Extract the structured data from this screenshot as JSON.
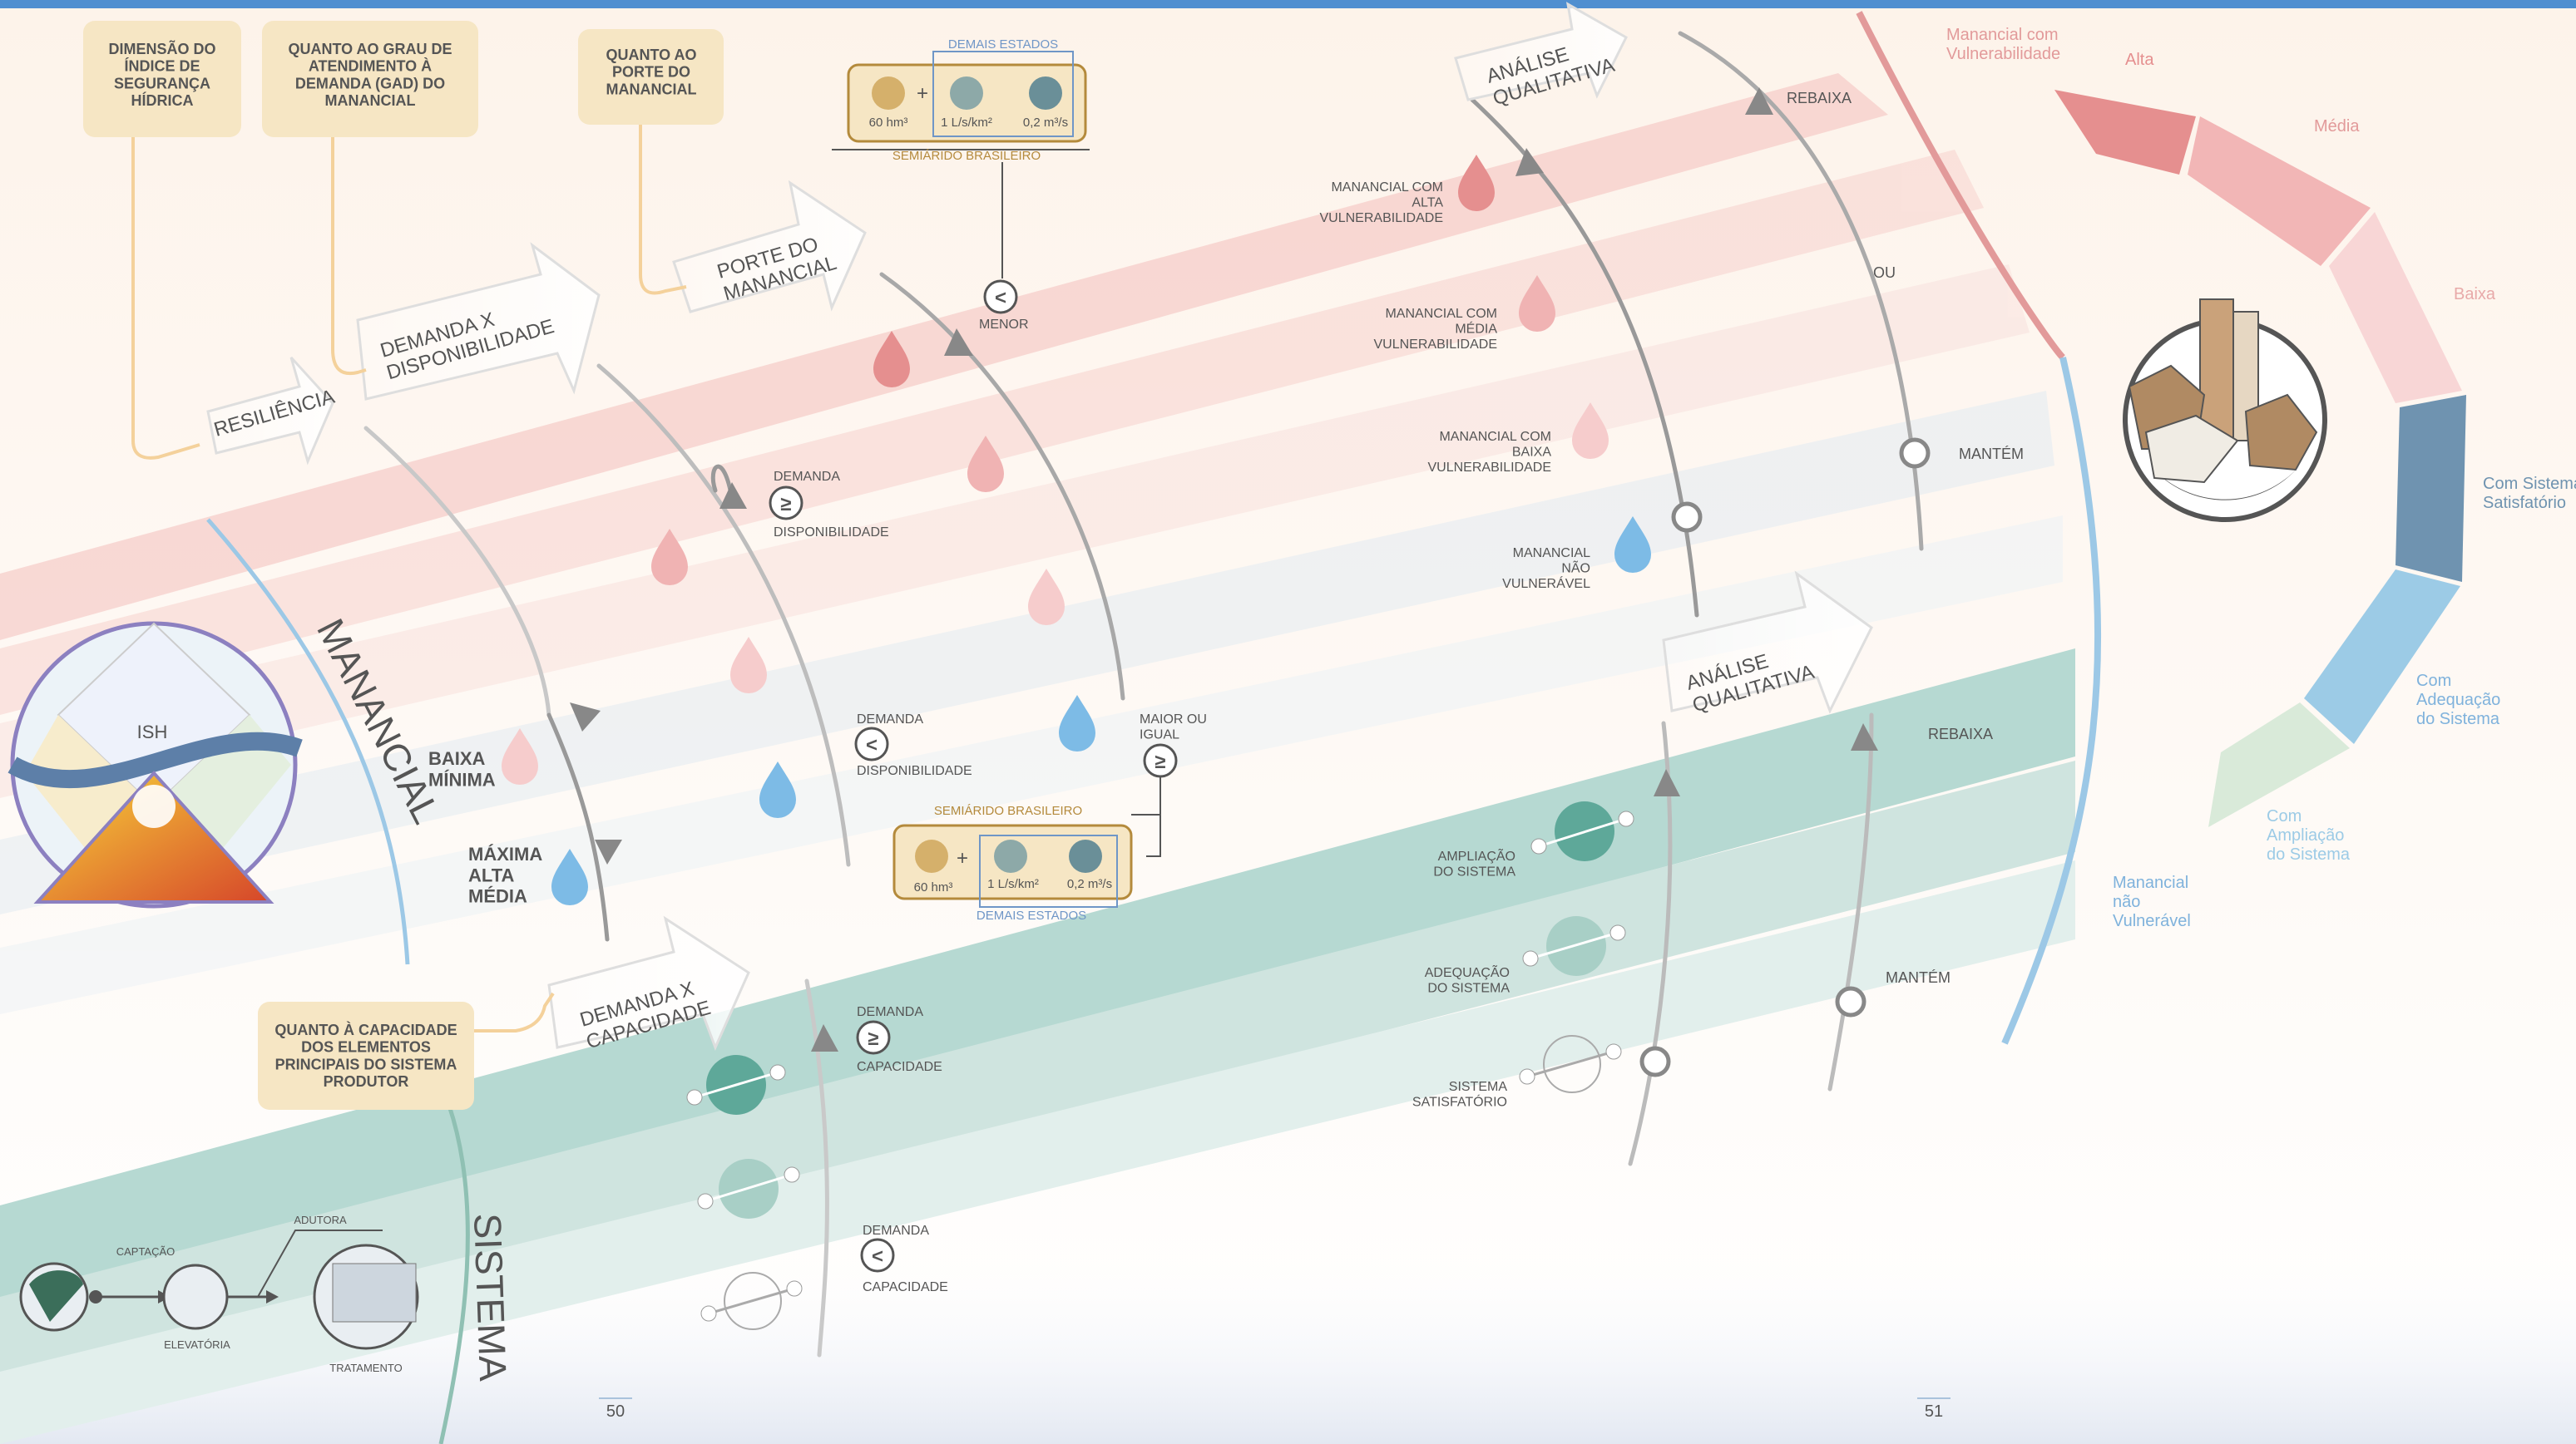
{
  "criteria": {
    "ish": "DIMENSÃO DO ÍNDICE DE SEGURANÇA HÍDRICA",
    "gad": "QUANTO AO GRAU DE ATENDIMENTO À DEMANDA (GAD) DO MANANCIAL",
    "porte": "QUANTO AO PORTE DO MANANCIAL",
    "capacidade": "QUANTO À CAPACIDADE DOS ELEMENTOS PRINCIPAIS DO SISTEMA PRODUTOR"
  },
  "arrows": {
    "resiliencia": "RESILIÊNCIA",
    "demanda_disp": "DEMANDA X DISPONIBILIDADE",
    "porte": "PORTE DO MANANCIAL",
    "analise_top": "ANÁLISE QUALITATIVA",
    "analise_bottom": "ANÁLISE QUALITATIVA",
    "demanda_cap": "DEMANDA X CAPACIDADE"
  },
  "arcs": {
    "manancial": "MANANCIAL",
    "sistema": "SISTEMA"
  },
  "ish_circle": {
    "label": "ISH"
  },
  "resilience": {
    "low": "BAIXA MÍNIMA",
    "high": "MÁXIMA ALTA MÉDIA"
  },
  "porte_box_top": {
    "header": "DEMAIS ESTADOS",
    "footer": "SEMIÁRIDO BRASILEIRO",
    "v1": "60 hm³",
    "v2": "1 L/s/km²",
    "v3": "0,2 m³/s"
  },
  "porte_box_bottom": {
    "header": "SEMIÁRIDO BRASILEIRO",
    "footer": "DEMAIS ESTADOS",
    "v1": "60 hm³",
    "v2": "1 L/s/km²",
    "v3": "0,2 m³/s"
  },
  "comparisons": {
    "menor": "MENOR",
    "maior_igual": "MAIOR OU IGUAL",
    "dd_ge_top": "DEMANDA",
    "dd_ge_bottom": "DISPONIBILIDADE",
    "dd_lt_top": "DEMANDA",
    "dd_lt_bottom": "DISPONIBILIDADE",
    "dc_ge_top": "DEMANDA",
    "dc_ge_bottom": "CAPACIDADE",
    "dc_lt_top": "DEMANDA",
    "dc_lt_bottom": "CAPACIDADE",
    "ge_symbol": "≥",
    "lt_symbol": "<"
  },
  "vulnerability_levels": {
    "alta": "MANANCIAL COM ALTA VULNERABILIDADE",
    "media": "MANANCIAL COM MÉDIA VULNERABILIDADE",
    "baixa": "MANANCIAL COM BAIXA VULNERABILIDADE",
    "nao": "MANANCIAL NÃO VULNERÁVEL"
  },
  "system_levels": {
    "ampliacao": "AMPLIAÇÃO DO SISTEMA",
    "adequacao": "ADEQUAÇÃO DO SISTEMA",
    "satisfatorio": "SISTEMA SATISFATÓRIO"
  },
  "outcomes": {
    "rebaixa_top": "REBAIXA",
    "ou": "OU",
    "mantem_top": "MANTÉM",
    "rebaixa_bottom": "REBAIXA",
    "mantem_bottom": "MANTÉM"
  },
  "flow": {
    "captacao": "CAPTAÇÃO",
    "elevatoria": "ELEVATÓRIA",
    "adutora": "ADUTORA",
    "tratamento": "TRATAMENTO"
  },
  "legend": {
    "top": "Manancial com Vulnerabilidade",
    "alta": "Alta",
    "media": "Média",
    "baixa": "Baixa",
    "satisfatorio": "Com Sistema Satisfatório",
    "adequacao": "Com Adequação do Sistema",
    "ampliacao": "Com Ampliação do Sistema",
    "nao_vulneravel": "Manancial não Vulnerável"
  },
  "colors": {
    "alta": "#e58f8f",
    "media": "#f2b6b6",
    "baixa": "#f8d6d6",
    "satisfatorio": "#6f93b0",
    "adequacao": "#9ccbe6",
    "ampliacao": "#d9ead9",
    "teal": "#6ab5a6"
  },
  "pages": {
    "left": "50",
    "right": "51"
  }
}
